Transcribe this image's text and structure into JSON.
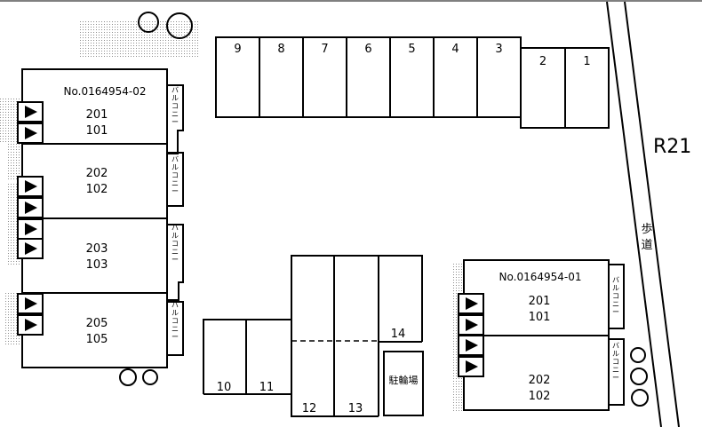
{
  "road": {
    "label": "R21",
    "sidewalk_label": "歩道"
  },
  "building_west": {
    "number": "No.0164954-02",
    "units": [
      {
        "upper": "201",
        "lower": "101"
      },
      {
        "upper": "202",
        "lower": "102"
      },
      {
        "upper": "203",
        "lower": "103"
      },
      {
        "upper": "205",
        "lower": "105"
      }
    ],
    "balcony_label": "バルコニー"
  },
  "building_east": {
    "number": "No.0164954-01",
    "units": [
      {
        "upper": "201",
        "lower": "101"
      },
      {
        "upper": "202",
        "lower": "102"
      }
    ],
    "balcony_label": "バルコニー"
  },
  "parking": {
    "north_row": [
      "9",
      "8",
      "7",
      "6",
      "5",
      "4",
      "3",
      "2",
      "1"
    ],
    "south_lot": [
      "10",
      "11",
      "12",
      "13",
      "14"
    ]
  },
  "bicycle_parking": "駐輪場",
  "colors": {
    "line": "#000000",
    "hedge": "#9a9a9a",
    "background": "#ffffff"
  }
}
